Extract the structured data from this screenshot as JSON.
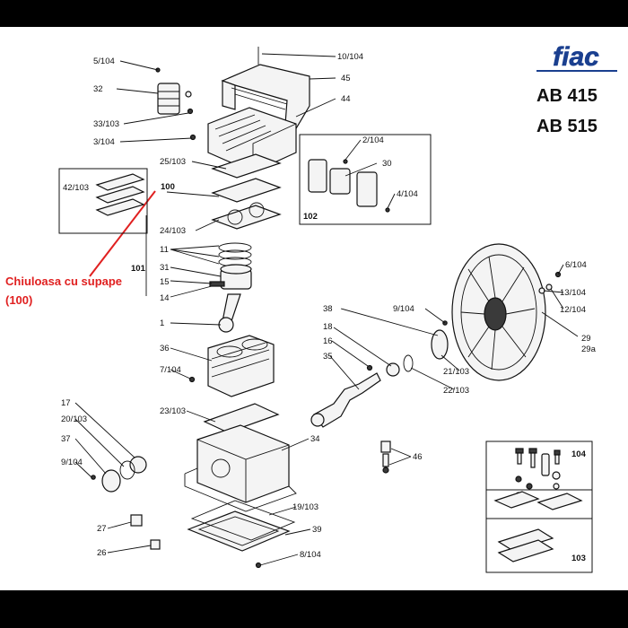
{
  "brand": {
    "logo_text": "fiac"
  },
  "models": [
    "AB 415",
    "AB 515"
  ],
  "callout": {
    "line1": "Chiuloasa cu supape",
    "line2": "(100)"
  },
  "boxes": {
    "inset_102": "102",
    "inset_104": "104",
    "inset_103": "103",
    "group_101": "101"
  },
  "labels": [
    "5/104",
    "32",
    "33/103",
    "3/104",
    "10/104",
    "45",
    "44",
    "25/103",
    "42/103",
    "100",
    "24/103",
    "2/104",
    "30",
    "4/104",
    "11",
    "31",
    "15",
    "14",
    "1",
    "6/104",
    "13/104",
    "12/104",
    "9/104",
    "38",
    "18",
    "16",
    "35",
    "29",
    "29a",
    "21/103",
    "22/103",
    "36",
    "7/104",
    "23/103",
    "17",
    "20/103",
    "37",
    "9/104",
    "34",
    "46",
    "27",
    "19/103",
    "39",
    "26",
    "8/104"
  ],
  "colors": {
    "callout": "#e02020",
    "page_bg": "#000000",
    "sheet_bg": "#ffffff",
    "logo_blue": "#1a3f8f"
  }
}
